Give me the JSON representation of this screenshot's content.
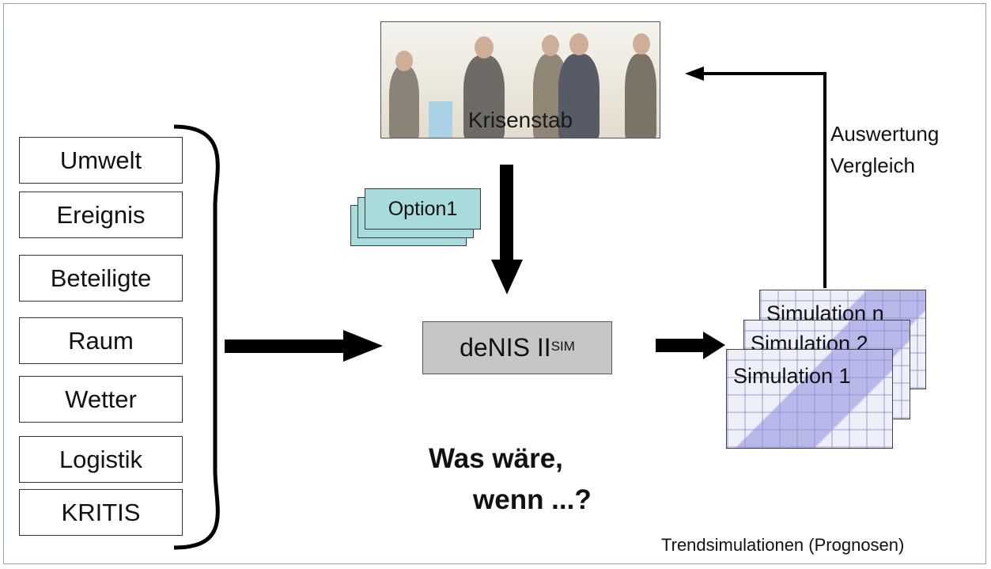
{
  "inputs": [
    "Umwelt",
    "Ereignis",
    "Beteiligte",
    "Raum",
    "Wetter",
    "Logistik",
    "KRITIS"
  ],
  "photo_caption": "Krisenstab",
  "option_label": "Option1",
  "simulator": {
    "name": "deNIS II",
    "superscript": "SIM"
  },
  "question": {
    "line1": "Was wäre,",
    "line2": "wenn ...?"
  },
  "evaluation": {
    "line1": "Auswertung",
    "line2": "Vergleich"
  },
  "simulations": [
    "Simulation n",
    "Simulation 2",
    "Simulation 1"
  ],
  "footer_note": "Trendsimulationen (Prognosen)",
  "colors": {
    "option_fill": "#a8dcdc",
    "simulator_fill": "#c8c6c4",
    "frame": "#8fa6bf",
    "arrow": "#000000"
  }
}
